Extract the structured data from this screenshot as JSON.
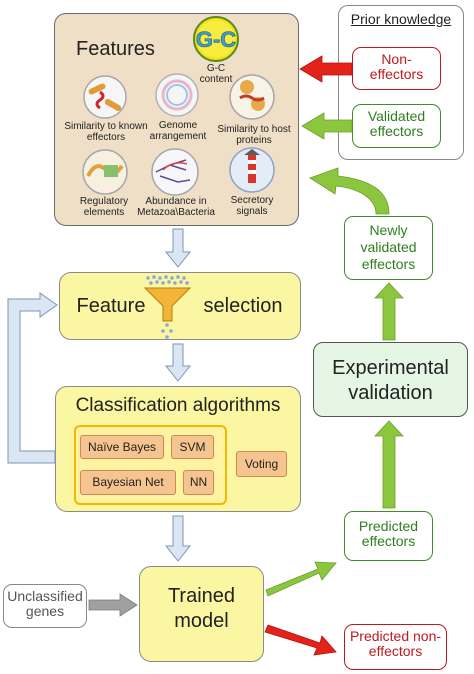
{
  "features": {
    "title": "Features",
    "items": [
      {
        "label": "G-C content",
        "icon": "gc-content-icon"
      },
      {
        "label": "Similarity to known effectors",
        "icon": "similarity-effectors-icon"
      },
      {
        "label": "Genome arrangement",
        "icon": "genome-arrangement-icon"
      },
      {
        "label": "Similarity to host proteins",
        "icon": "host-proteins-icon"
      },
      {
        "label": "Regulatory elements",
        "icon": "regulatory-elements-icon"
      },
      {
        "label": "Abundance in Metazoa\\Bacteria",
        "icon": "abundance-icon"
      },
      {
        "label": "Secretory signals",
        "icon": "secretory-signals-icon"
      }
    ],
    "gc_icon_text": "G-C"
  },
  "prior_knowledge": {
    "title": "Prior knowledge",
    "non_effectors": "Non-effectors",
    "validated_effectors": "Validated effectors"
  },
  "feature_selection": {
    "left": "Feature",
    "right": "selection"
  },
  "classification": {
    "title": "Classification algorithms",
    "algorithms": [
      "Naïve Bayes",
      "SVM",
      "Bayesian Net",
      "NN"
    ],
    "voting": "Voting"
  },
  "trained_model": "Trained model",
  "unclassified_genes": "Unclassified genes",
  "predicted_effectors": "Predicted effectors",
  "predicted_non_effectors": "Predicted non-effectors",
  "experimental_validation": "Experimental validation",
  "newly_validated_effectors": "Newly validated effectors",
  "colors": {
    "features_bg": "#efdfc6",
    "yellow_box": "#fbf6a1",
    "green_arrow": "#8cc63f",
    "red_arrow": "#e2231a",
    "blue_arrow": "#c9d9ee",
    "gray_arrow": "#a0a0a0",
    "validation_bg": "#e6f6e4"
  }
}
